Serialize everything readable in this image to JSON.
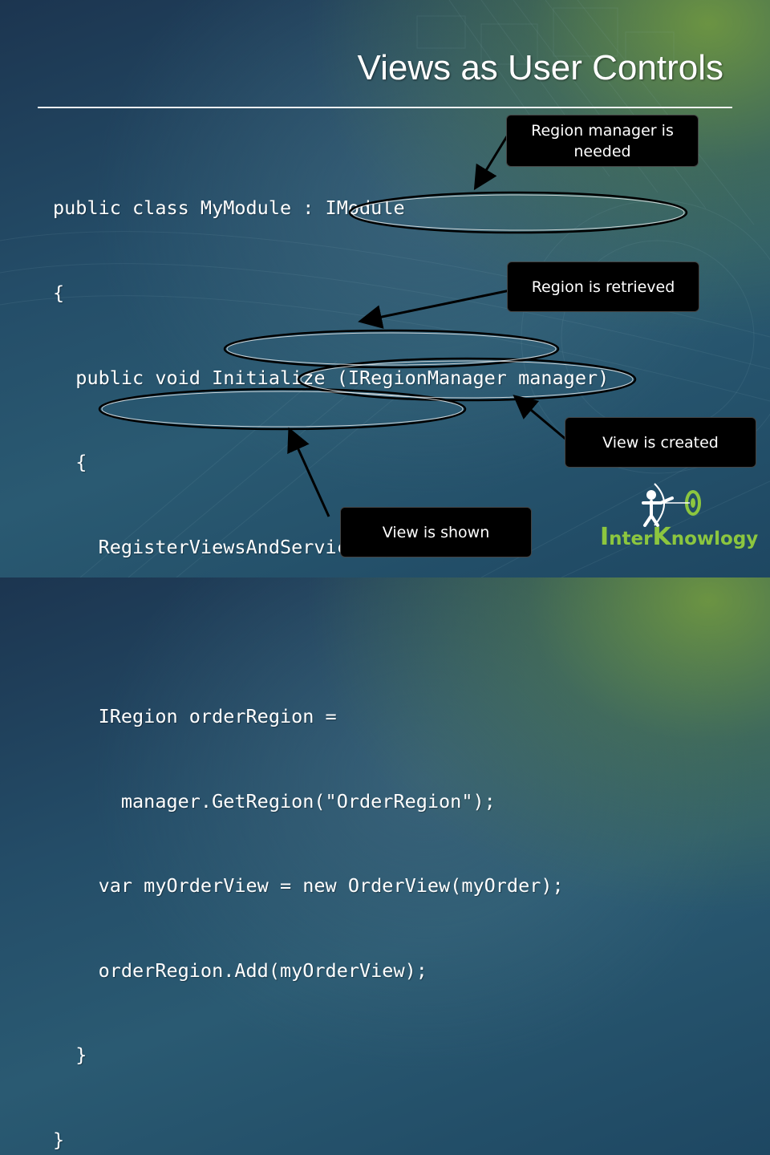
{
  "slide": {
    "title": "Views as User Controls"
  },
  "code": {
    "lines": [
      "public class MyModule : IModule",
      "{",
      "  public void Initialize (IRegionManager manager)",
      "  {",
      "    RegisterViewsAndServices();",
      "",
      "    IRegion orderRegion =",
      "      manager.GetRegion(\"OrderRegion\");",
      "    var myOrderView = new OrderView(myOrder);",
      "    orderRegion.Add(myOrderView);",
      "  }",
      "}"
    ]
  },
  "callouts": {
    "region_manager_line1": "Region manager is",
    "region_manager_line2": "needed",
    "region_retrieved": "Region is retrieved",
    "view_created": "View is created",
    "view_shown": "View is shown"
  },
  "logo": {
    "big_i": "I",
    "part1": "nter",
    "big_k": "K",
    "part2": "nowlogy",
    "color": "#8cc63f"
  },
  "colors": {
    "callout_bg": "#000000",
    "text": "#ffffff",
    "accent_green": "#8cc63f"
  },
  "icons": {
    "logo_mark": "archer-target-icon"
  }
}
